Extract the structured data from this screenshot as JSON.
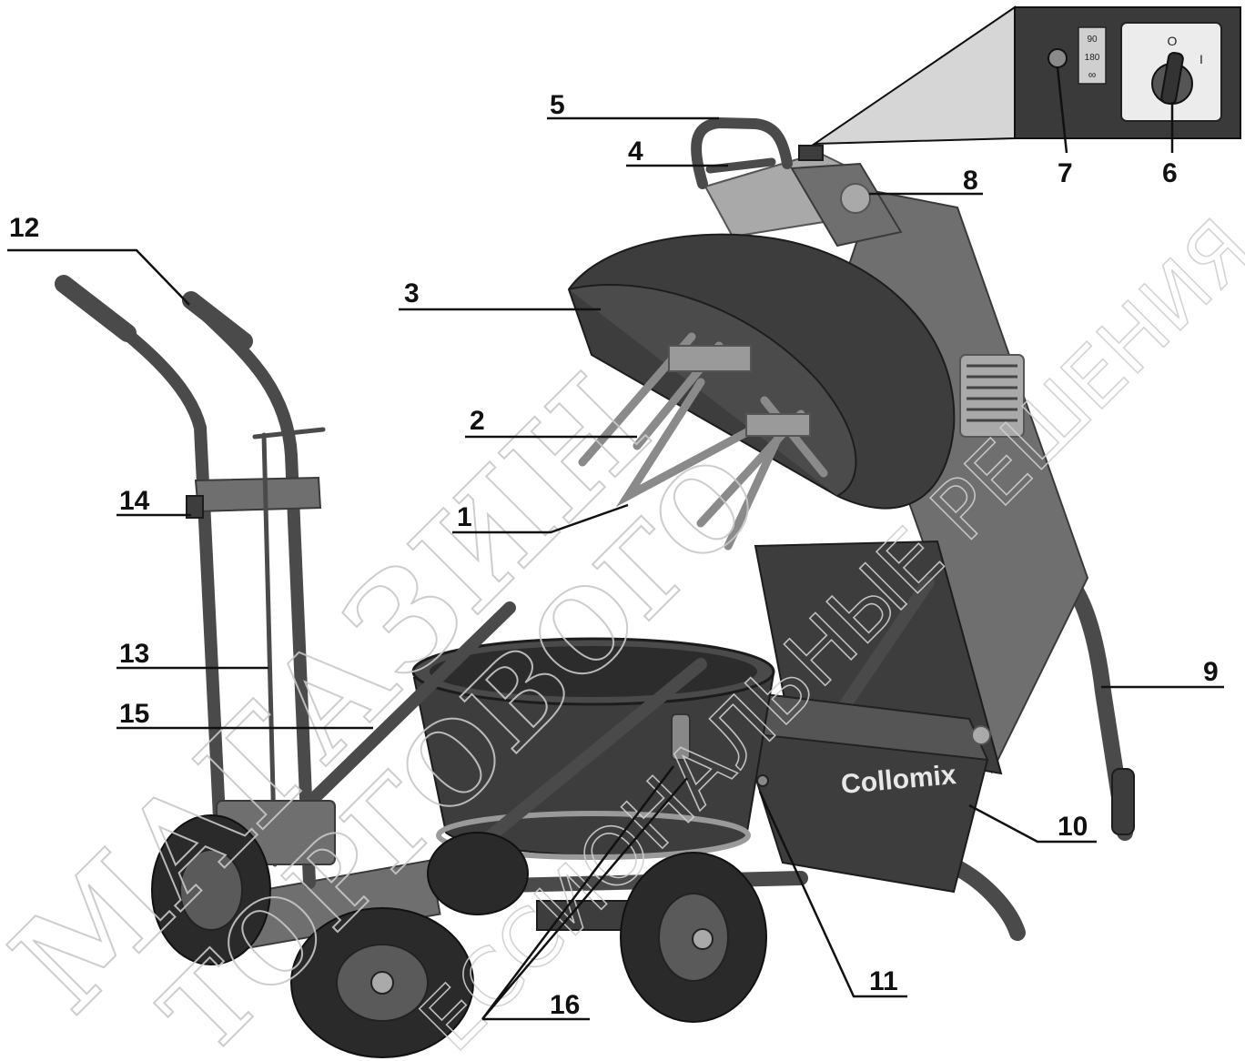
{
  "labels": {
    "l1": "1",
    "l2": "2",
    "l3": "3",
    "l4": "4",
    "l5": "5",
    "l6": "6",
    "l7": "7",
    "l8": "8",
    "l9": "9",
    "l10": "10",
    "l11": "11",
    "l12": "12",
    "l13": "13",
    "l14": "14",
    "l15": "15",
    "l16": "16"
  },
  "inset": {
    "speed_90": "90",
    "speed_180": "180",
    "speed_inf": "∞",
    "switch_off": "O",
    "switch_on": "I"
  },
  "brand": "Collomix",
  "watermark": {
    "line1": "МАГАЗИН",
    "line2": "ТОРГОВОГО",
    "line3": "ЕССИОНАЛЬНЫЕ РЕШЕНИЯ"
  },
  "colors": {
    "ink": "#111111",
    "body_dark": "#3d3d3d",
    "metal": "#6f6f6f",
    "inset_bg": "#3a3a3a",
    "switch_knob": "#333333"
  }
}
